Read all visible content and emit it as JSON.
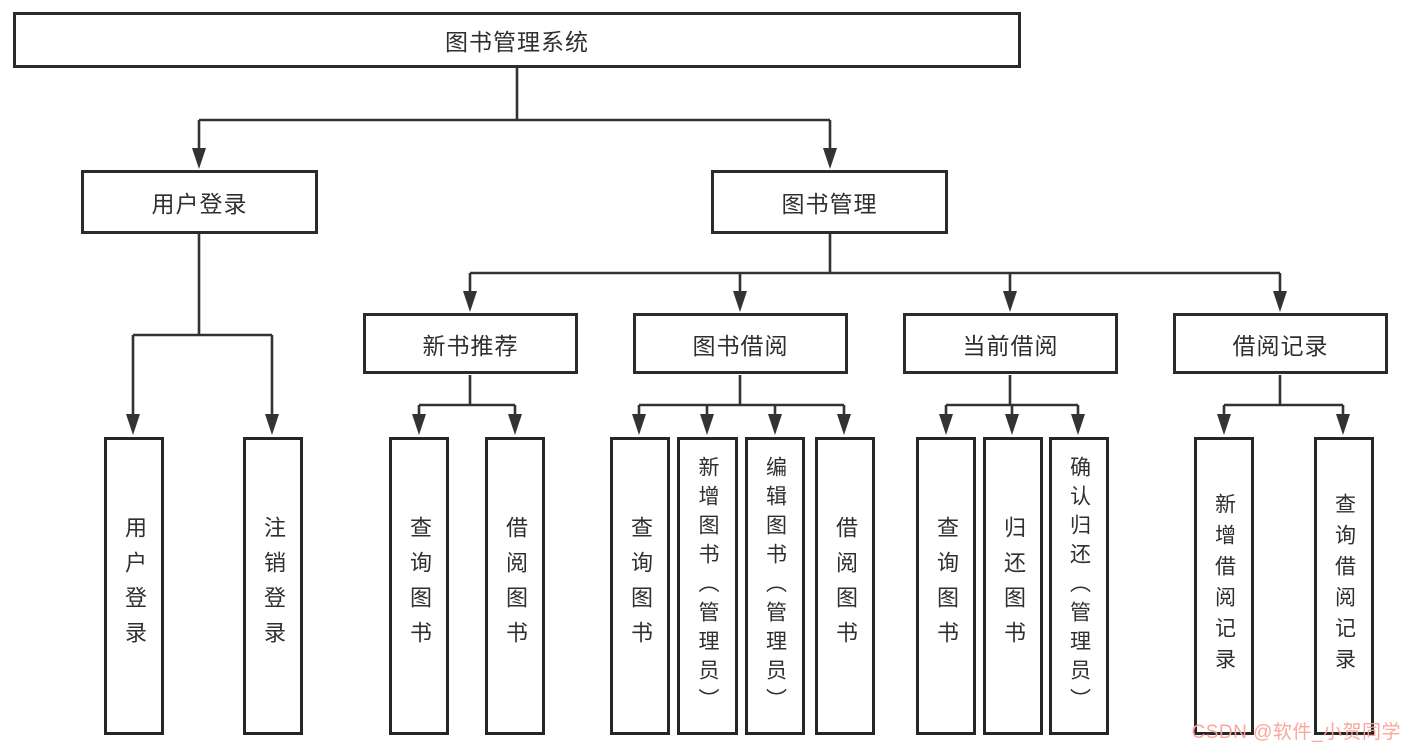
{
  "diagram_title": "图书管理系统",
  "tree": {
    "root": "图书管理系统",
    "children": [
      {
        "label": "用户登录",
        "children": [
          "用户登录",
          "注销登录"
        ]
      },
      {
        "label": "图书管理",
        "children": [
          {
            "label": "新书推荐",
            "children": [
              "查询图书",
              "借阅图书"
            ]
          },
          {
            "label": "图书借阅",
            "children": [
              "查询图书",
              "新增图书（管理员）",
              "编辑图书（管理员）",
              "借阅图书"
            ]
          },
          {
            "label": "当前借阅",
            "children": [
              "查询图书",
              "归还图书",
              "确认归还（管理员）"
            ]
          },
          {
            "label": "借阅记录",
            "children": [
              "新增借阅记录",
              "查询借阅记录"
            ]
          }
        ]
      }
    ]
  },
  "watermark": "CSDN @软件_小贺同学",
  "colors": {
    "line": "#333333",
    "box_border": "#2b2b2b",
    "text": "#2f2f2f",
    "watermark": "#faa298",
    "background": "#ffffff"
  }
}
